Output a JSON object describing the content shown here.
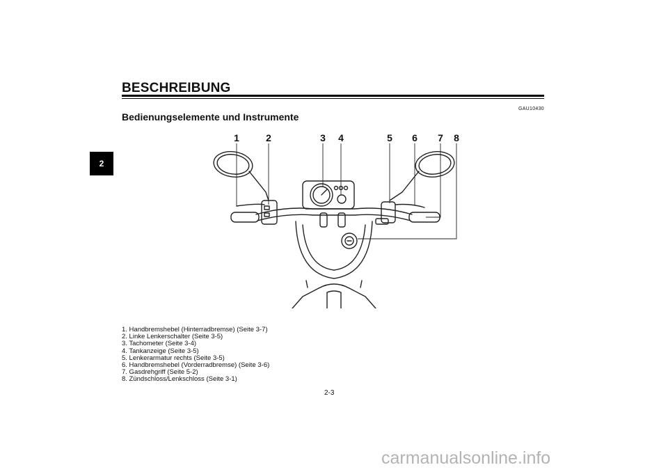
{
  "page": {
    "section_tab": "2",
    "section_title": "BESCHREIBUNG",
    "code": "GAU10430",
    "subtitle": "Bedienungselemente und Instrumente",
    "page_number": "2-3",
    "watermark": "carmanualsonline.info"
  },
  "figure": {
    "callouts": [
      "1",
      "2",
      "3",
      "4",
      "5",
      "6",
      "7",
      "8"
    ]
  },
  "legend": [
    "1. Handbremshebel (Hinterradbremse) (Seite 3-7)",
    "2. Linke Lenkerschalter (Seite 3-5)",
    "3. Tachometer (Seite 3-4)",
    "4. Tankanzeige (Seite 3-5)",
    "5. Lenkerarmatur rechts (Seite 3-5)",
    "6. Handbremshebel (Vorderradbremse) (Seite 3-6)",
    "7. Gasdrehgriff (Seite 5-2)",
    "8. Zündschloss/Lenkschloss (Seite 3-1)"
  ]
}
